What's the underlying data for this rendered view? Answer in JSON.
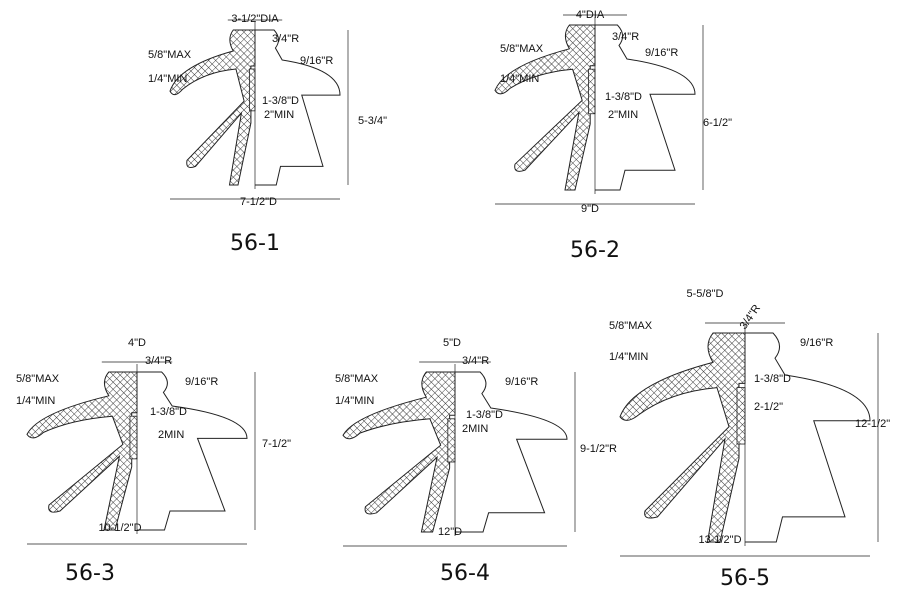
{
  "figures": [
    {
      "id": "56-1",
      "title": "56-1",
      "labels": {
        "top_dia": "3-1/2\"DIA",
        "head_r": "3/4\"R",
        "max": "5/8\"MAX",
        "groove_r": "9/16\"R",
        "min": "1/4\"MIN",
        "thread_d": "1-3/8\"D",
        "thread_len": "2\"MIN",
        "height": "5-3/4\"",
        "diameter": "7-1/2\"D"
      }
    },
    {
      "id": "56-2",
      "title": "56-2",
      "labels": {
        "top_dia": "4\"DIA",
        "head_r": "3/4\"R",
        "max": "5/8\"MAX",
        "groove_r": "9/16\"R",
        "min": "1/4\"MIN",
        "thread_d": "1-3/8\"D",
        "thread_len": "2\"MIN",
        "height": "6-1/2\"",
        "diameter": "9\"D"
      }
    },
    {
      "id": "56-3",
      "title": "56-3",
      "labels": {
        "top_dia": "4\"D",
        "head_r": "3/4\"R",
        "max": "5/8\"MAX",
        "groove_r": "9/16\"R",
        "min": "1/4\"MIN",
        "thread_d": "1-3/8\"D",
        "thread_len": "2MIN",
        "height": "7-1/2\"",
        "diameter": "10-1/2\"D"
      }
    },
    {
      "id": "56-4",
      "title": "56-4",
      "labels": {
        "top_dia": "5\"D",
        "head_r": "3/4\"R",
        "max": "5/8\"MAX",
        "groove_r": "9/16\"R",
        "min": "1/4\"MIN",
        "thread_d": "1-3/8\"D",
        "thread_len": "2MIN",
        "height": "9-1/2\"R",
        "diameter": "12\"D"
      }
    },
    {
      "id": "56-5",
      "title": "56-5",
      "labels": {
        "top_dia": "5-5/8\"D",
        "head_r": "3/4\"R",
        "max": "5/8\"MAX",
        "groove_r": "9/16\"R",
        "min": "1/4\"MIN",
        "thread_d": "1-3/8\"D",
        "thread_len": "2-1/2\"",
        "height": "12-1/2\"",
        "diameter": "13-1/2\"D"
      }
    }
  ]
}
